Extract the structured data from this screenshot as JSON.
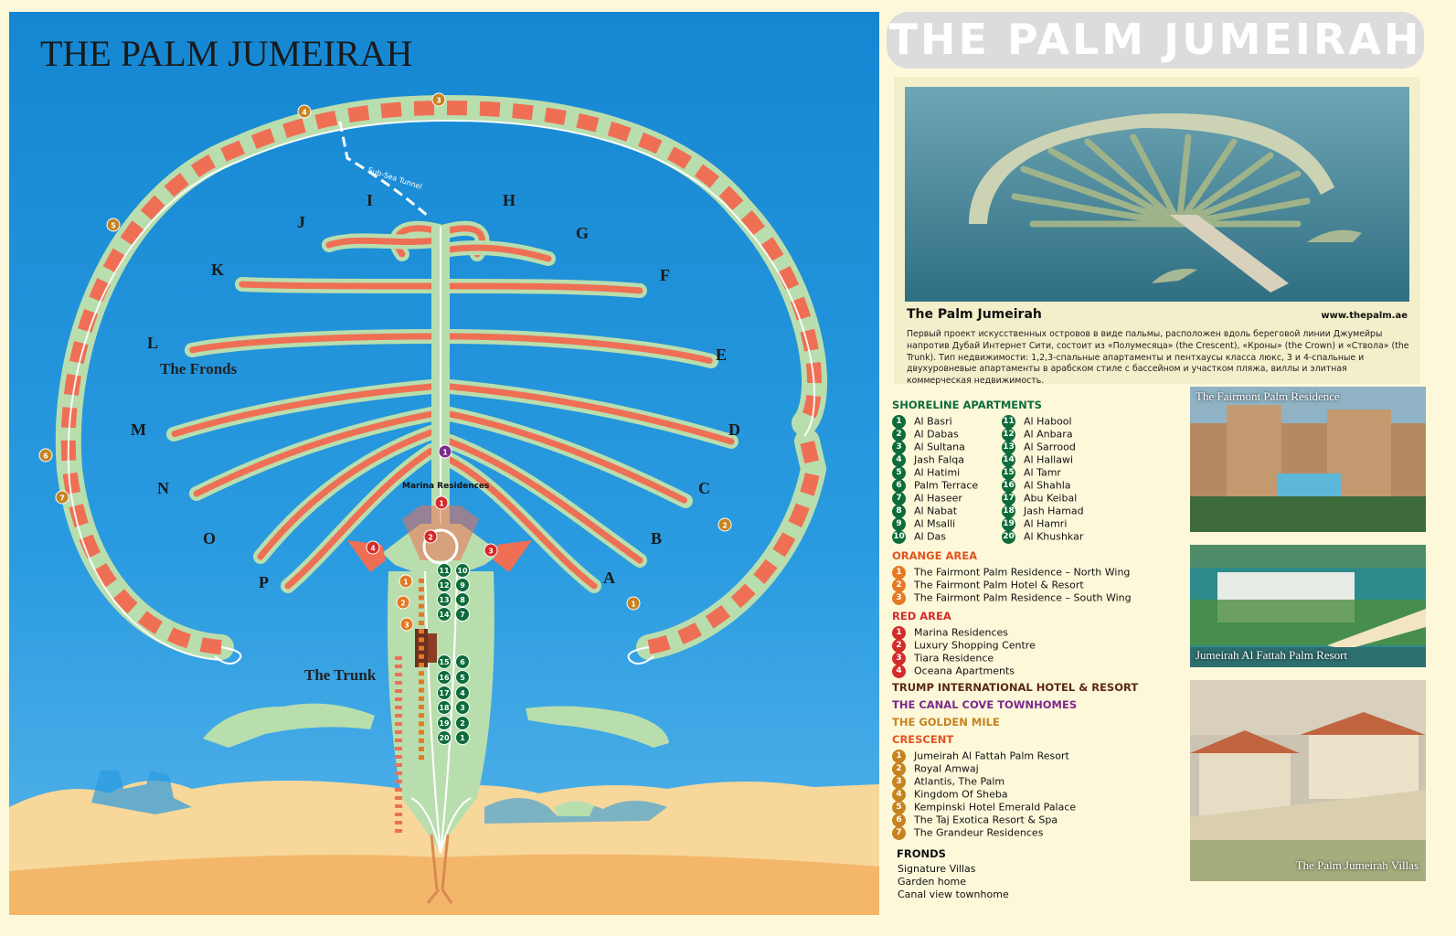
{
  "map": {
    "title": "THE PALM JUMEIRAH",
    "tunnel_label": "Sub-Sea Tunnel",
    "fronds_label": "The Fronds",
    "trunk_label": "The Trunk",
    "marina_label": "Marina Residences",
    "frond_letters": [
      "A",
      "B",
      "C",
      "D",
      "E",
      "F",
      "G",
      "H",
      "I",
      "J",
      "K",
      "L",
      "M",
      "N",
      "O",
      "P"
    ],
    "crescent_markers": [
      "1",
      "2",
      "3",
      "4",
      "5",
      "6",
      "7"
    ],
    "red_markers": [
      "1",
      "2",
      "3",
      "4"
    ],
    "orange_markers": [
      "1",
      "2",
      "3"
    ],
    "canal_marker": "1",
    "trunk_pairs": [
      [
        "11",
        "10"
      ],
      [
        "12",
        "9"
      ],
      [
        "13",
        "8"
      ],
      [
        "14",
        "7"
      ],
      [
        "15",
        "6"
      ],
      [
        "16",
        "5"
      ],
      [
        "17",
        "4"
      ],
      [
        "18",
        "3"
      ],
      [
        "19",
        "2"
      ],
      [
        "20",
        "1"
      ]
    ],
    "colors": {
      "sea": "#1e90d6",
      "land": "#b9deae",
      "building": "#ef6f55",
      "sand": "#f7d79a",
      "crescent_marker": "#c68320"
    }
  },
  "panel": {
    "header": "THE PALM JUMEIRAH",
    "card_title": "The Palm Jumeirah",
    "card_url": "www.thepalm.ae",
    "card_desc": "Первый проект искусственных островов в виде пальмы, расположен вдоль береговой линии Джумейры напротив Дубай Интернет Сити, состоит из «Полумесяца» (the Crescent), «Кроны» (the Crown) и «Ствола» (the Trunk). Тип недвижимости: 1,2,3-спальные апартаменты и пентхаусы класса люкс, 3 и 4-спальные и двухуровневые апартаменты в арабском стиле с бассейном и участком пляжа, виллы и элитная коммерческая недвижимость.",
    "shoreline_title": "SHORELINE APARTMENTS",
    "shoreline": [
      "Al Basri",
      "Al Dabas",
      "Al Sultana",
      "Jash Falqa",
      "Al Hatimi",
      "Palm Terrace",
      "Al Haseer",
      "Al Nabat",
      "Al Msalli",
      "Al Das",
      "Al Habool",
      "Al Anbara",
      "Al Sarrood",
      "Al Hallawi",
      "Al Tamr",
      "Al Shahla",
      "Abu Keibal",
      "Jash Hamad",
      "Al Hamri",
      "Al Khushkar"
    ],
    "orange_title": "ORANGE AREA",
    "orange": [
      "The Fairmont Palm Residence – North Wing",
      "The Fairmont Palm Hotel & Resort",
      "The Fairmont Palm Residence – South Wing"
    ],
    "red_title": "RED AREA",
    "red": [
      "Marina Residences",
      "Luxury Shopping Centre",
      "Tiara Residence",
      "Oceana Apartments"
    ],
    "trump_title": "TRUMP INTERNATIONAL HOTEL & RESORT",
    "canal_title": "THE CANAL COVE TOWNHOMES",
    "golden_title": "THE GOLDEN MILE",
    "crescent_title": "CRESCENT",
    "crescent": [
      "Jumeirah Al Fattah Palm Resort",
      "Royal Amwaj",
      "Atlantis, The Palm",
      "Kingdom Of Sheba",
      "Kempinski Hotel Emerald Palace",
      "The Taj Exotica Resort & Spa",
      "The Grandeur Residences"
    ],
    "fronds_title": "FRONDS",
    "fronds": [
      "Signature Villas",
      "Garden home",
      "Canal view townhome"
    ],
    "photo1_caption": "The Fairmont Palm Residence",
    "photo2_caption": "Jumeirah Al Fattah Palm Resort",
    "photo3_caption": "The Palm Jumeirah  Villas",
    "colors": {
      "green": "#0e6b3a",
      "orange": "#e0531f",
      "red": "#d42b2b",
      "brown": "#5a2a12",
      "purple": "#7b2a8e",
      "gold": "#c68320"
    }
  }
}
